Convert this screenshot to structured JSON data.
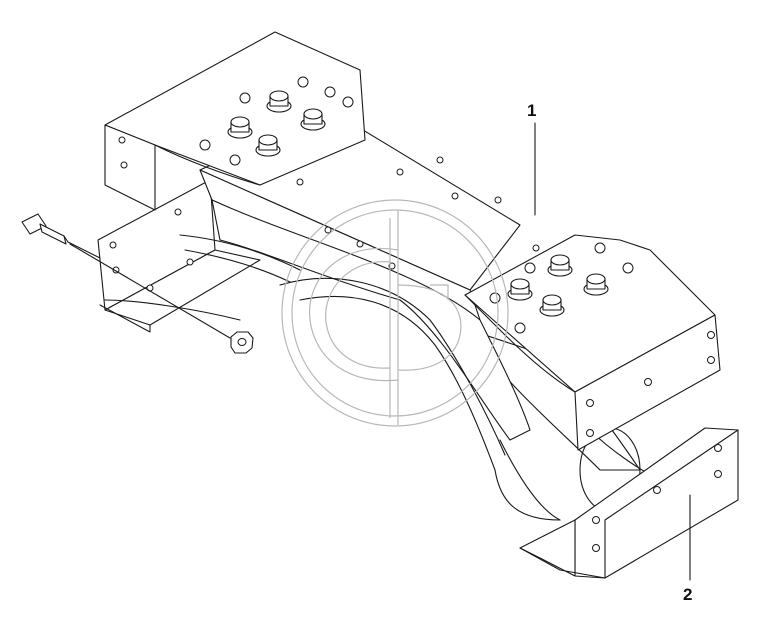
{
  "diagram": {
    "callouts": [
      {
        "id": "1",
        "label": "1"
      },
      {
        "id": "2",
        "label": "2"
      }
    ],
    "colors": {
      "line": "#1a1a1a",
      "watermark": "#b8b8b8",
      "background": "#ffffff"
    }
  }
}
